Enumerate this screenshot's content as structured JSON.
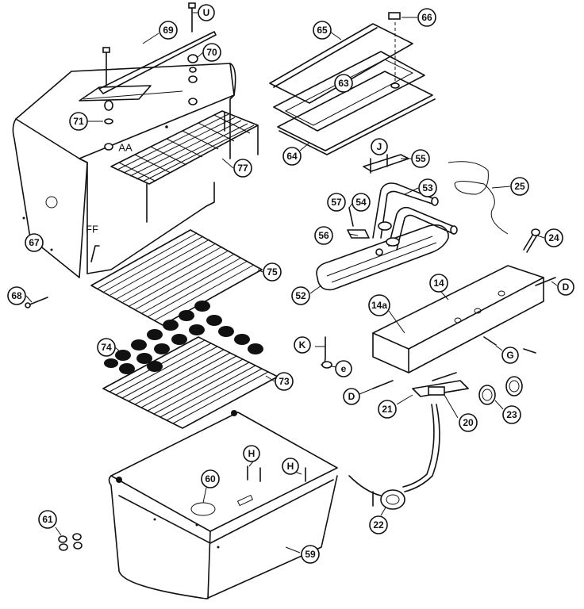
{
  "diagram": {
    "callouts": [
      {
        "id": "c-u",
        "text": "U"
      },
      {
        "id": "c-69",
        "text": "69"
      },
      {
        "id": "c-70",
        "text": "70"
      },
      {
        "id": "c-71",
        "text": "71"
      },
      {
        "id": "c-67",
        "text": "67"
      },
      {
        "id": "c-68",
        "text": "68"
      },
      {
        "id": "c-77",
        "text": "77"
      },
      {
        "id": "c-75",
        "text": "75"
      },
      {
        "id": "c-74",
        "text": "74"
      },
      {
        "id": "c-73",
        "text": "73"
      },
      {
        "id": "c-65",
        "text": "65"
      },
      {
        "id": "c-66",
        "text": "66"
      },
      {
        "id": "c-63",
        "text": "63"
      },
      {
        "id": "c-64",
        "text": "64"
      },
      {
        "id": "c-j",
        "text": "J"
      },
      {
        "id": "c-55",
        "text": "55"
      },
      {
        "id": "c-25",
        "text": "25"
      },
      {
        "id": "c-53",
        "text": "53"
      },
      {
        "id": "c-54",
        "text": "54"
      },
      {
        "id": "c-57",
        "text": "57"
      },
      {
        "id": "c-56",
        "text": "56"
      },
      {
        "id": "c-52",
        "text": "52"
      },
      {
        "id": "c-24",
        "text": "24"
      },
      {
        "id": "c-14",
        "text": "14"
      },
      {
        "id": "c-14a",
        "text": "14a"
      },
      {
        "id": "c-d1",
        "text": "D"
      },
      {
        "id": "c-d2",
        "text": "D"
      },
      {
        "id": "c-k",
        "text": "K"
      },
      {
        "id": "c-e",
        "text": "e"
      },
      {
        "id": "c-g",
        "text": "G"
      },
      {
        "id": "c-21",
        "text": "21"
      },
      {
        "id": "c-20",
        "text": "20"
      },
      {
        "id": "c-23",
        "text": "23"
      },
      {
        "id": "c-22",
        "text": "22"
      },
      {
        "id": "c-h1",
        "text": "H"
      },
      {
        "id": "c-h2",
        "text": "H"
      },
      {
        "id": "c-60",
        "text": "60"
      },
      {
        "id": "c-61",
        "text": "61"
      },
      {
        "id": "c-59",
        "text": "59"
      }
    ],
    "labels": {
      "aa": "AA",
      "ff": "FF"
    }
  }
}
